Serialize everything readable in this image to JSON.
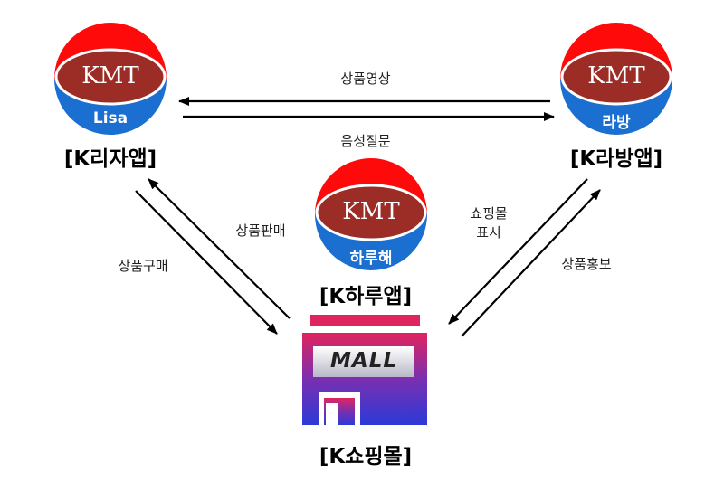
{
  "apps": {
    "lisa": {
      "logo_text": "KMT",
      "sub_label": "Lisa",
      "name": "[K리자앱]"
    },
    "rabang": {
      "logo_text": "KMT",
      "sub_label": "라방",
      "name": "[K라방앱]"
    },
    "haruhae": {
      "logo_text": "KMT",
      "sub_label": "하루해",
      "name": "[K하루앱]"
    },
    "mall": {
      "sign_text": "MALL",
      "name": "[K쇼핑몰]"
    }
  },
  "flows": {
    "product_video": "상품영상",
    "voice_question": "음성질문",
    "product_sale": "상품판매",
    "product_purchase": "상품구매",
    "mall_display": "쇼핑몰\n표시",
    "product_promotion": "상품홍보"
  },
  "colors": {
    "ball_top": "#ff0a0a",
    "ball_bottom": "#1a6fd0",
    "ball_center": "#9b2d26",
    "mall_gradient_top": "#e0245e",
    "mall_gradient_bottom": "#2b3ad8"
  }
}
